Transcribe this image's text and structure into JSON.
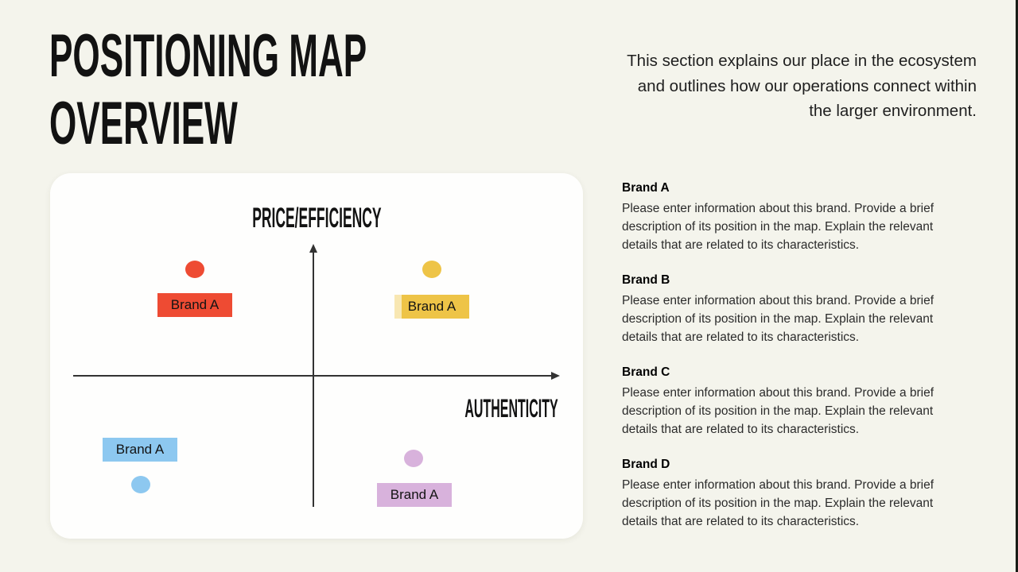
{
  "slide": {
    "background": "#f4f4ec",
    "edge_bar_color": "#191c16",
    "title_line1": "POSITIONING MAP",
    "title_line2": "OVERVIEW",
    "intro": "This section explains our place in the ecosystem and outlines how our operations connect within the larger environment."
  },
  "map": {
    "card_background": "#fefefd",
    "axis_color": "#333333",
    "y_axis_label": "PRICE/EFFICIENCY",
    "x_axis_label": "AUTHENTICITY",
    "points": [
      {
        "label": "Brand A",
        "quadrant": "top-left",
        "color": "#ee4b33",
        "text_color": "#131313"
      },
      {
        "label": "Brand A",
        "quadrant": "top-right",
        "color": "#eec447",
        "highlight": "#f8e7b2",
        "text_color": "#131313"
      },
      {
        "label": "Brand A",
        "quadrant": "bottom-left",
        "color": "#8dc8f0",
        "text_color": "#131313"
      },
      {
        "label": "Brand A",
        "quadrant": "bottom-right",
        "color": "#d8b2dc",
        "text_color": "#131313"
      }
    ]
  },
  "brands": [
    {
      "name": "Brand A",
      "description": "Please enter information about this brand. Provide a brief description of its position in the map. Explain the relevant details that are related to its characteristics."
    },
    {
      "name": "Brand B",
      "description": "Please enter information about this brand. Provide a brief description of its position in the map. Explain the relevant details that are related to its characteristics."
    },
    {
      "name": "Brand C",
      "description": "Please enter information about this brand. Provide a brief description of its position in the map. Explain the relevant details that are related to its characteristics."
    },
    {
      "name": "Brand D",
      "description": "Please enter information about this brand. Provide a brief description of its position in the map. Explain the relevant details that are related to its characteristics."
    }
  ]
}
